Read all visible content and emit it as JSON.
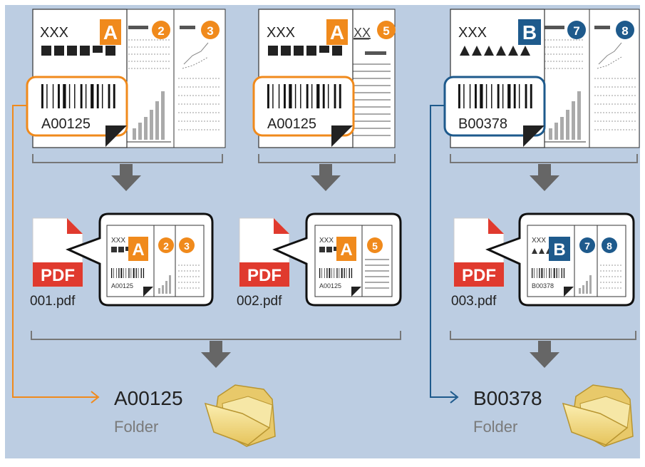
{
  "group_a": {
    "page1": {
      "header": "XXX",
      "label": "A",
      "barcode": "A00125",
      "badges": [
        "2",
        "3"
      ]
    },
    "page2": {
      "header": "XXX",
      "label": "A",
      "barcode": "A00125",
      "underline_text": "XX",
      "badges": [
        "5"
      ]
    },
    "pdf1": {
      "icon_text": "PDF",
      "filename": "001.pdf",
      "thumb_header": "XXX",
      "thumb_label": "A",
      "thumb_barcode": "A00125",
      "badges": [
        "2",
        "3"
      ]
    },
    "pdf2": {
      "icon_text": "PDF",
      "filename": "002.pdf",
      "thumb_header": "XXX",
      "thumb_label": "A",
      "thumb_barcode": "A00125",
      "badges": [
        "5"
      ]
    },
    "folder": {
      "name": "A00125",
      "caption": "Folder"
    }
  },
  "group_b": {
    "page1": {
      "header": "XXX",
      "label": "B",
      "barcode": "B00378",
      "badges": [
        "7",
        "8"
      ]
    },
    "pdf1": {
      "icon_text": "PDF",
      "filename": "003.pdf",
      "thumb_header": "XXX",
      "thumb_label": "B",
      "thumb_barcode": "B00378",
      "badges": [
        "7",
        "8"
      ]
    },
    "folder": {
      "name": "B00378",
      "caption": "Folder"
    }
  },
  "colors": {
    "background": "#bccde2",
    "accent_a": "#f08a1c",
    "accent_b": "#1e5a8c",
    "pdf_red": "#e03a2e",
    "arrow_gray": "#666666",
    "folder_yellow": "#f3dd8c"
  }
}
